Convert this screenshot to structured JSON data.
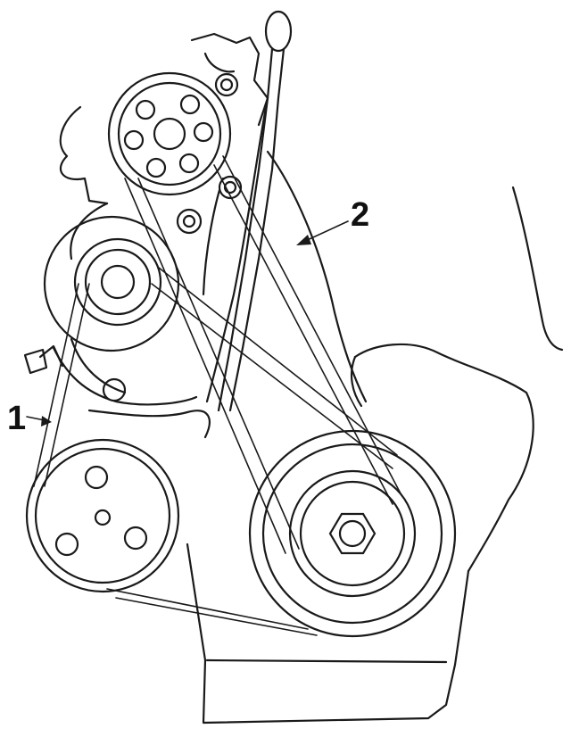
{
  "callouts": [
    {
      "id": "1",
      "text": "1"
    },
    {
      "id": "2",
      "text": "2"
    }
  ],
  "colors": {
    "line": "#1a1a1a",
    "background": "#ffffff"
  }
}
